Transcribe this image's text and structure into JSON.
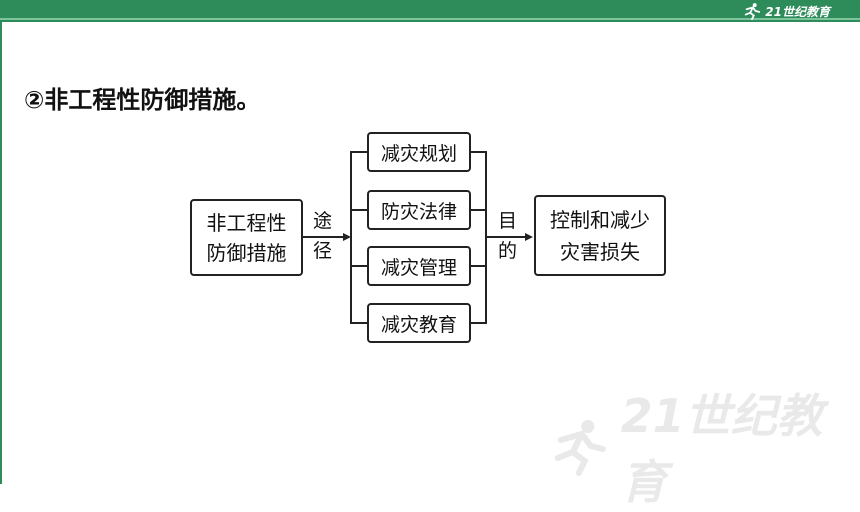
{
  "header": {
    "logo_text": "21世纪教育"
  },
  "heading": "②非工程性防御措施。",
  "diagram": {
    "source": {
      "line1": "非工程性",
      "line2": "防御措施"
    },
    "via_label": {
      "c1": "途",
      "c2": "径"
    },
    "measures": [
      "减灾规划",
      "防灾法律",
      "减灾管理",
      "减灾教育"
    ],
    "purpose_label": {
      "c1": "目",
      "c2": "的"
    },
    "target": {
      "line1": "控制和减少",
      "line2": "灾害损失"
    }
  },
  "watermark": {
    "text": "21世纪教育"
  },
  "colors": {
    "brand_green": "#2e8b5a"
  }
}
